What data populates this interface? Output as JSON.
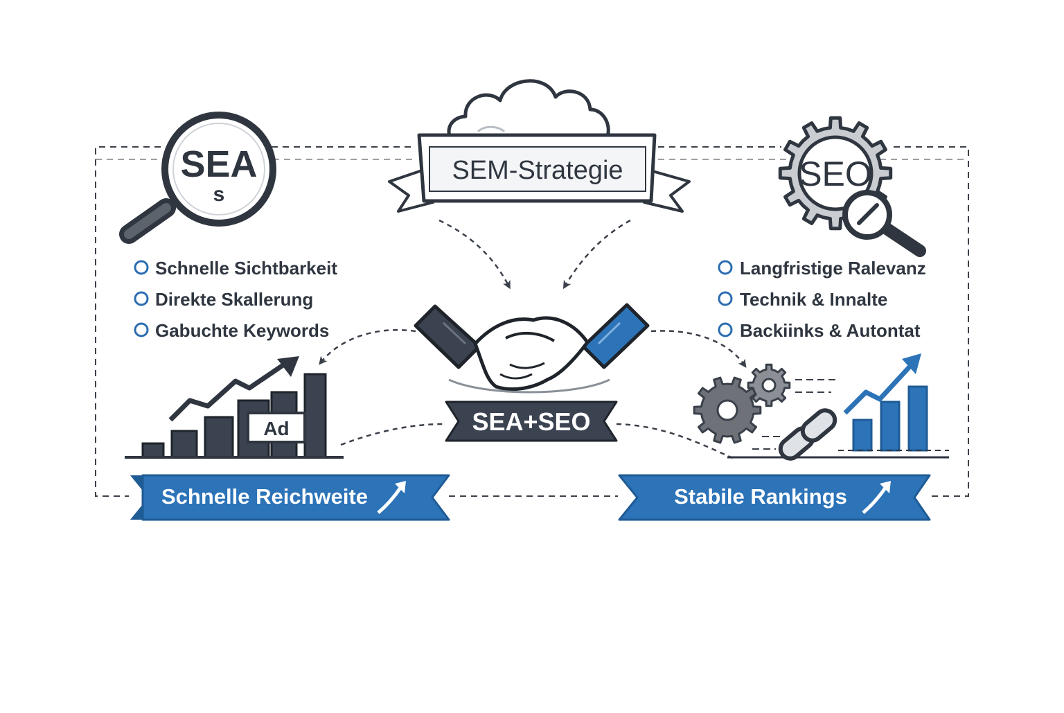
{
  "colors": {
    "ink": "#2f3640",
    "accent": "#2b6cb0",
    "ribbon_blue": "#2c73b8",
    "gray": "#6e7278",
    "light_gray": "#e9ebee"
  },
  "header": {
    "title": "SEM-Strategie",
    "icon": "cloud-icon"
  },
  "sea": {
    "badge_main": "SEA",
    "badge_sub": "s",
    "icon": "magnifier-icon",
    "bullets": [
      "Schnelle Sichtbarkeit",
      "Direkte Skallerung",
      "Gabuchte Keywords"
    ],
    "chart_tag": "Ad",
    "ribbon": "Schnelle Reichweite"
  },
  "seo": {
    "badge_main": "SEO",
    "icon": "gear-icon",
    "bullets": [
      "Langfristige Ralevanz",
      "Technik & Innalte",
      "Backiinks & Autontat"
    ],
    "ribbon": "Stabile Rankings"
  },
  "center": {
    "icon": "handshake-icon",
    "label": "SEA+SEO"
  }
}
